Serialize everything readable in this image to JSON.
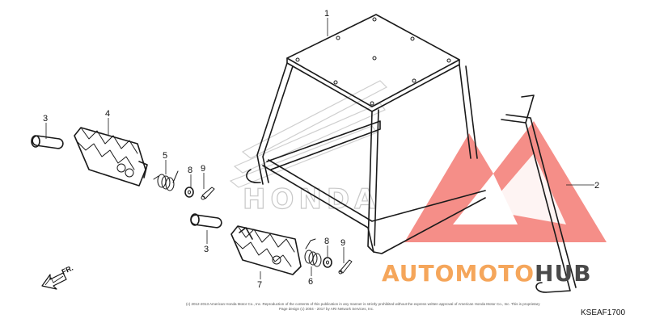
{
  "diagram": {
    "callouts": {
      "c1": "1",
      "c2": "2",
      "c3a": "3",
      "c3b": "3",
      "c4": "4",
      "c5": "5",
      "c6": "6",
      "c7": "7",
      "c8a": "8",
      "c8b": "8",
      "c9a": "9",
      "c9b": "9"
    },
    "direction_label": "FR.",
    "diagram_code": "KSEAF1700",
    "copyright_line1": "(c) 2012-2013 American Honda Motor Co., Inc. Reproduction of the contents of this publication in any manner is strictly prohibited without the express written approval of American Honda Motor Co., Inc. This is proprietary",
    "copyright_line2": "Page design (c) 2004 - 2017 by ARI Network Services, Inc.",
    "watermark_text": "HONDA",
    "brand": {
      "part1": "AUTO",
      "part2": "MOTO",
      "part3": "HUB",
      "color_orange": "#f5a65b",
      "color_gray": "#4a4a4a",
      "triangle_color": "#f05a50"
    }
  }
}
